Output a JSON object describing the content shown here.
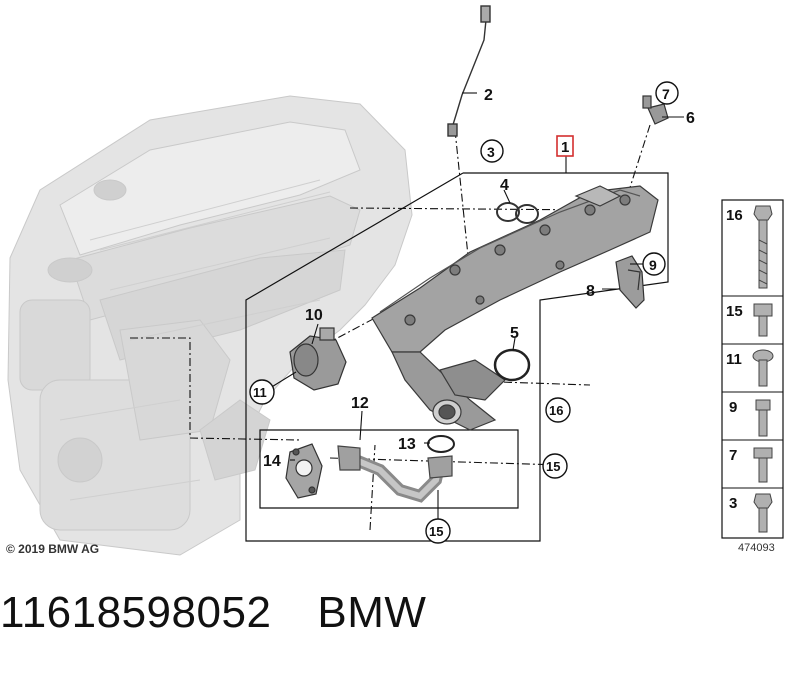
{
  "callouts": {
    "c1": "1",
    "c2": "2",
    "c3": "3",
    "c4": "4",
    "c5": "5",
    "c6": "6",
    "c7": "7",
    "c8": "8",
    "c9": "9",
    "c10": "10",
    "c11": "11",
    "c12": "12",
    "c13": "13",
    "c14": "14",
    "c15a": "15",
    "c15b": "15",
    "c16": "16"
  },
  "fasteners": [
    "16",
    "15",
    "11",
    "9",
    "7",
    "3"
  ],
  "copyright": "© 2019 BMW AG",
  "diagram_number": "474093",
  "caption": {
    "part_number": "11618598052",
    "brand": "BMW"
  },
  "colors": {
    "engine": "#e2e2e2",
    "part": "#9a9a9a",
    "line": "#111111",
    "highlight": "#d32f2f"
  }
}
